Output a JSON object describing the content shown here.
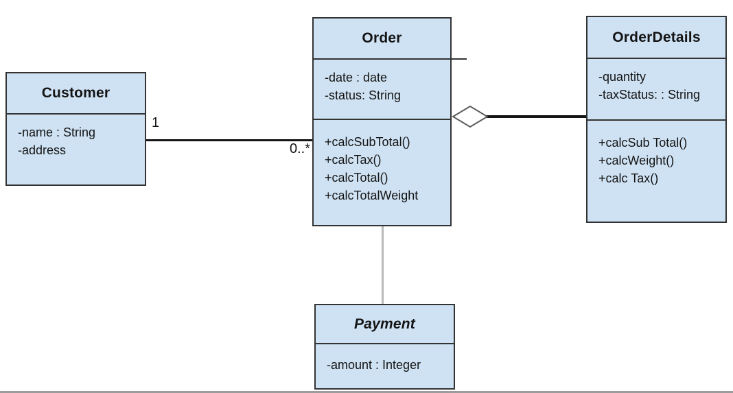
{
  "diagram": {
    "kind": "uml-class-diagram"
  },
  "classes": {
    "customer": {
      "name": "Customer",
      "attributes": [
        "-name : String",
        "-address"
      ],
      "methods": []
    },
    "order": {
      "name": "Order",
      "attributes": [
        "-date : date",
        "-status: String"
      ],
      "methods": [
        "+calcSubTotal()",
        "+calcTax()",
        "+calcTotal()",
        "+calcTotalWeight"
      ]
    },
    "order_details": {
      "name": "OrderDetails",
      "attributes": [
        "-quantity",
        "-taxStatus: : String"
      ],
      "methods": [
        "+calcSub Total()",
        "+calcWeight()",
        "+calc Tax()"
      ]
    },
    "payment": {
      "name": "Payment",
      "attributes": [
        "-amount : Integer"
      ],
      "methods": []
    }
  },
  "relationships": {
    "customer_order": {
      "from": "Customer",
      "to": "Order",
      "type": "association",
      "from_multiplicity": "1",
      "to_multiplicity": "0..*"
    },
    "order_orderdetails": {
      "from": "Order",
      "to": "OrderDetails",
      "type": "aggregation-hollow-diamond-at-order"
    },
    "order_payment": {
      "from": "Order",
      "to": "Payment",
      "type": "plain-link"
    }
  },
  "palette": {
    "class_fill": "#cfe2f3",
    "class_border": "#333333",
    "text": "#141414",
    "association_line": "#141414",
    "payment_link_gray": "#b9b9b9",
    "diamond_fill": "#ffffff",
    "diamond_stroke": "#5a5a5a",
    "background": "#ffffff"
  }
}
